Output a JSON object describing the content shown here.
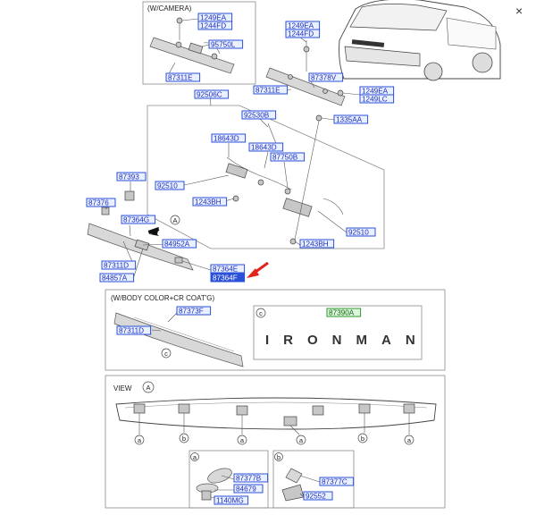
{
  "section_labels": {
    "camera": "(W/CAMERA)",
    "body_color": "(W/BODY COLOR+CR COAT'G)",
    "view": "VIEW"
  },
  "callout_letters": {
    "a": "a",
    "b": "b",
    "c": "c",
    "A": "A"
  },
  "emblem_text": "IRONMAN",
  "close_glyph": "×",
  "part_numbers": {
    "p1249EA_cam": "1249EA",
    "p1244FD": "1244FD",
    "p95750L": "95750L",
    "p87311E_cam": "87311E",
    "p1249EA_top": "1249EA",
    "p1244FD_top": "1244FD",
    "p87378V": "87378V",
    "p87311E_right": "87311E",
    "p1249EA_right": "1249EA",
    "p1249LC": "1249LC",
    "p92506C": "92506C",
    "p92530B": "92530B",
    "p1335AA": "1335AA",
    "p18643D_a": "18643D",
    "p18643D_b": "18643D",
    "p87750B": "87750B",
    "p92510_left": "92510",
    "p1243BH_left": "1243BH",
    "p92510_right": "92510",
    "p1243BH_right": "1243BH",
    "p87393": "87393",
    "p87376": "87376",
    "p87364G": "87364G",
    "p84952A": "84952A",
    "p87311D": "87311D",
    "p84857A": "84857A",
    "p87364E": "87364E",
    "p87364F": "87364F",
    "p87373F": "87373F",
    "p87311D_color": "87311D",
    "p87390A": "87390A",
    "p87377B": "87377B",
    "p84679": "84679",
    "p1140MG": "1140MG",
    "p87377C": "87377C",
    "p92552": "92552"
  },
  "colors": {
    "part_number_border": "#2b50d8",
    "part_number_text": "#1a2fbf",
    "highlight_fill": "#2b50d8",
    "confirmed_fill": "#dff4df",
    "arrow": "#e0231c"
  }
}
